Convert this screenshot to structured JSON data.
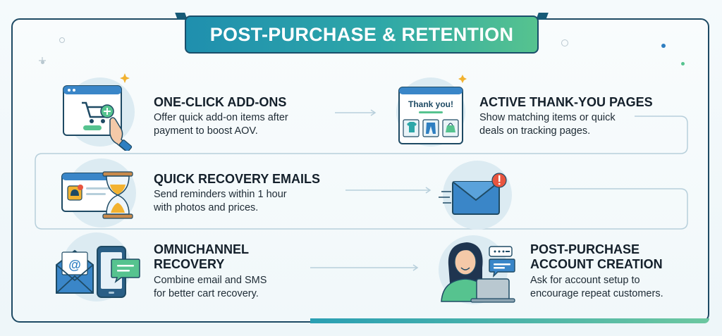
{
  "banner": {
    "title": "POST-PURCHASE & RETENTION"
  },
  "items": [
    {
      "title_lines": [
        "ONE-CLICK ADD-ONS"
      ],
      "desc_lines": [
        "Offer quick add-on items after",
        "payment to boost AOV."
      ],
      "icon": "shopping-cart-add-icon"
    },
    {
      "title_lines": [
        "ACTIVE THANK-YOU PAGES"
      ],
      "desc_lines": [
        "Show matching items or quick",
        "deals on tracking pages."
      ],
      "icon": "thank-you-page-icon",
      "card_text": "Thank you!"
    },
    {
      "title_lines": [
        "QUICK RECOVERY EMAILS"
      ],
      "desc_lines": [
        "Send reminders within 1 hour",
        "with photos and prices."
      ],
      "icon": "hourglass-reminder-icon"
    },
    {
      "title_lines": [
        "OMNICHANNEL",
        "RECOVERY"
      ],
      "desc_lines": [
        "Combine email and SMS",
        "for better cart recovery."
      ],
      "icon": "email-sms-icon"
    },
    {
      "title_lines": [
        "POST-PURCHASE",
        "ACCOUNT CREATION"
      ],
      "desc_lines": [
        "Ask for account setup to",
        "encourage repeat customers."
      ],
      "icon": "person-laptop-icon"
    }
  ],
  "colors": {
    "accent_teal": "#2a9fb3",
    "accent_green": "#56c38f",
    "dark_navy": "#1e4a64",
    "alert_red": "#e8553f",
    "icon_blue": "#2f7fc1"
  }
}
